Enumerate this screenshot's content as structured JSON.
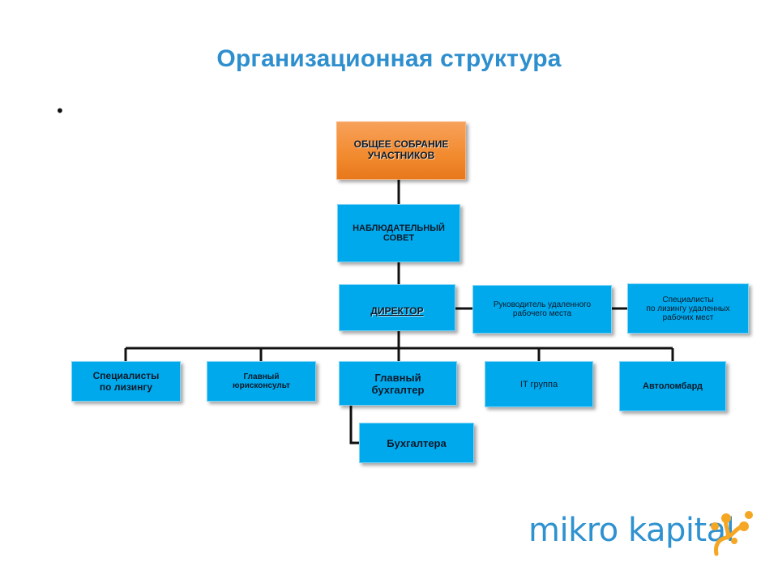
{
  "slide": {
    "title": "Организационная структура",
    "bullet": "•"
  },
  "org": {
    "assembly": {
      "line1": "ОБЩЕЕ СОБРАНИЕ",
      "line2": "УЧАСТНИКОВ"
    },
    "council": {
      "line1": "НАБЛЮДАТЕЛЬНЫЙ",
      "line2": "СОВЕТ"
    },
    "director": {
      "label": "ДИРЕКТОР"
    },
    "remote_head": {
      "line1": "Руководитель  удаленного",
      "line2": "рабочего  места"
    },
    "remote_specialists": {
      "line1": "Специалисты",
      "line2": "по лизингу удаленных",
      "line3": "рабочих мест"
    },
    "lease_specialists": {
      "line1": "Специалисты",
      "line2": "по лизингу"
    },
    "legal": {
      "line1": "Главный",
      "line2": "юрисконсульт"
    },
    "chief_accountant": {
      "line1": "Главный",
      "line2": "бухгалтер"
    },
    "it": {
      "label": "IT группа"
    },
    "pawnshop": {
      "label": "Автоломбард"
    },
    "accountants": {
      "label": "Бухгалтера"
    }
  },
  "colors": {
    "box": "#00a9ec",
    "top_box": "#f28a2e",
    "title": "#2e8fcf",
    "logo": "#2f92d0",
    "logo_mark": "#f5a623"
  },
  "logo": {
    "text": "mikro kapital"
  }
}
